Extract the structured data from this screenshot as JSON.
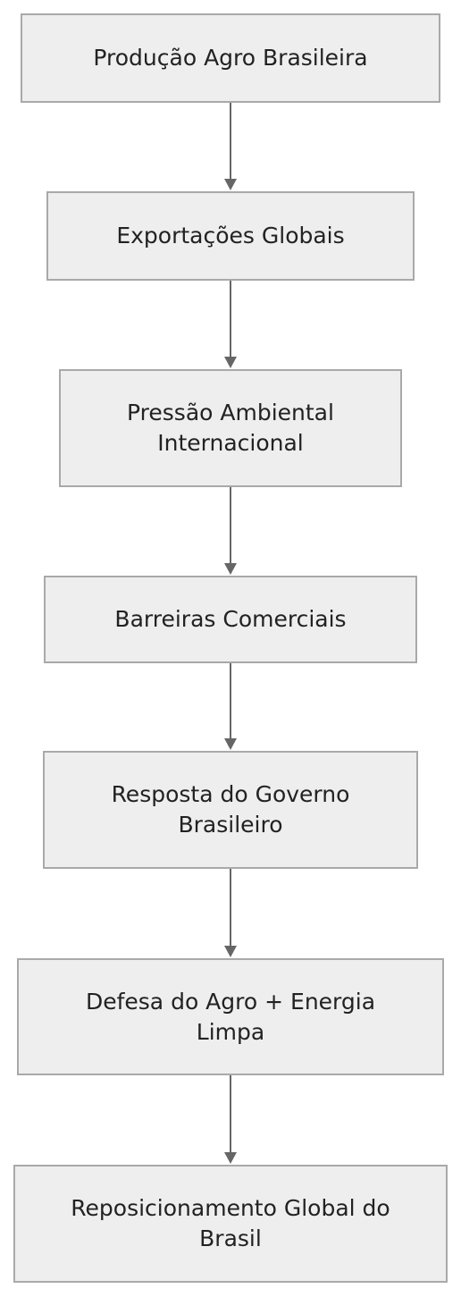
{
  "diagram": {
    "nodes": [
      {
        "id": "n1",
        "label": "Produção Agro Brasileira"
      },
      {
        "id": "n2",
        "label": "Exportações Globais"
      },
      {
        "id": "n3",
        "label": "Pressão Ambiental Internacional"
      },
      {
        "id": "n4",
        "label": "Barreiras Comerciais"
      },
      {
        "id": "n5",
        "label": "Resposta do Governo Brasileiro"
      },
      {
        "id": "n6",
        "label": "Defesa do Agro + Energia Limpa"
      },
      {
        "id": "n7",
        "label": "Reposicionamento Global do Brasil"
      }
    ],
    "edges": [
      {
        "from": "n1",
        "to": "n2"
      },
      {
        "from": "n2",
        "to": "n3"
      },
      {
        "from": "n3",
        "to": "n4"
      },
      {
        "from": "n4",
        "to": "n5"
      },
      {
        "from": "n5",
        "to": "n6"
      },
      {
        "from": "n6",
        "to": "n7"
      }
    ],
    "colors": {
      "node_fill": "#eeeeee",
      "node_border": "#a9a9a9",
      "edge": "#666666",
      "text": "#222222"
    }
  }
}
